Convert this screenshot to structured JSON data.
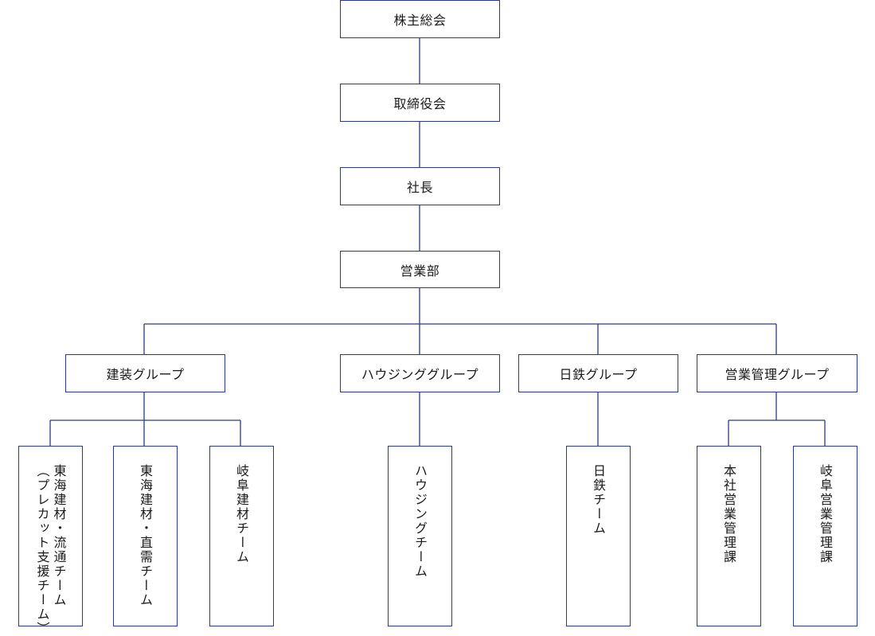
{
  "org": {
    "shareholders": "株主総会",
    "board": "取締役会",
    "president": "社長",
    "sales_dept": "営業部",
    "groups": [
      {
        "label": "建装グループ",
        "teams": [
          "東海建材・流通チーム\n（プレカット支援チーム）",
          "東海建材・直需チーム",
          "岐阜建材チーム"
        ]
      },
      {
        "label": "ハウジンググループ",
        "teams": [
          "ハウジングチーム"
        ]
      },
      {
        "label": "日鉄グループ",
        "teams": [
          "日鉄チーム"
        ]
      },
      {
        "label": "営業管理グループ",
        "teams": [
          "本社営業管理課",
          "岐阜営業管理課"
        ]
      }
    ]
  },
  "colors": {
    "line": "#2f3a78",
    "box_border": "#2f3a78"
  }
}
